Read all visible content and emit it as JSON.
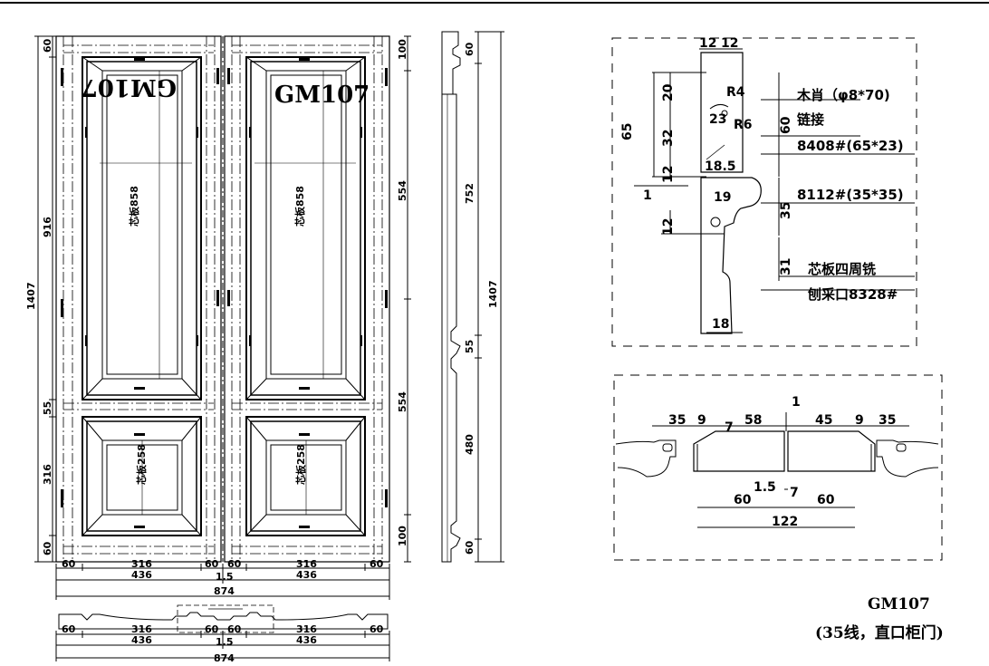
{
  "title": {
    "model": "GM107",
    "subtitle": "(35线，直口柜门)"
  },
  "front_view": {
    "panel_label": "GM107",
    "panel_label_mirrored": "GM107",
    "panel_note_1": "芯板858",
    "panel_note_2": "芯板258",
    "heights_left": [
      "60",
      "916",
      "55",
      "316",
      "60"
    ],
    "total_height": "1407",
    "heights_right": [
      "100",
      "554",
      "554",
      "100"
    ],
    "widths_row1": [
      "60",
      "316",
      "60",
      "60",
      "316",
      "60"
    ],
    "widths_row2": [
      "436",
      "1.5",
      "436"
    ],
    "total_width": "874"
  },
  "side_view": {
    "dims": [
      "60",
      "752",
      "55",
      "480",
      "60"
    ],
    "total": "1407"
  },
  "bottom_section": {
    "row1": [
      "60",
      "316",
      "60",
      "60",
      "316",
      "60"
    ],
    "row2": [
      "436",
      "1.5",
      "436"
    ],
    "total": "874"
  },
  "profile_detail": {
    "dims": [
      "12",
      "12",
      "20",
      "32",
      "12",
      "12",
      "65",
      "60",
      "35",
      "31",
      "1",
      "23",
      "18.5",
      "19",
      "18"
    ],
    "radius_1": "R4",
    "radius_2": "R6",
    "labels": [
      "木肖（φ8*70)",
      "链接",
      "8408#(65*23)",
      "8112#(35*35)",
      "芯板四周铣",
      "刨采口8328#"
    ]
  },
  "joint_detail": {
    "top_dims": [
      "35",
      "9",
      "7",
      "58",
      "1",
      "45",
      "9",
      "35"
    ],
    "bottom_dims": [
      "1.5",
      "7",
      "60",
      "60",
      "122"
    ]
  }
}
